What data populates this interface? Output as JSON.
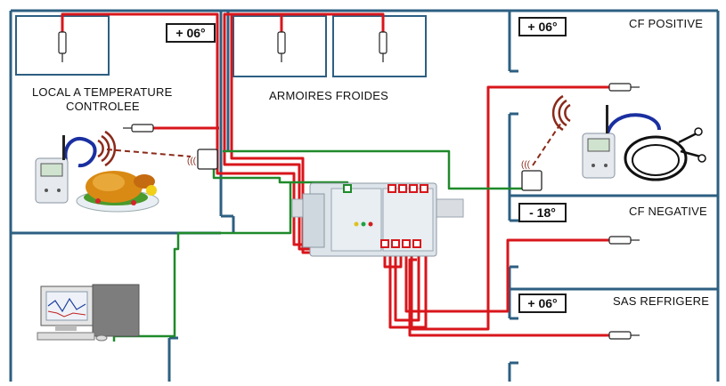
{
  "zones": {
    "local": {
      "label_line1": "LOCAL A TEMPERATURE",
      "label_line2": "CONTROLEE",
      "temperature": "+ 06°"
    },
    "armoires": {
      "label": "ARMOIRES FROIDES"
    },
    "cf_positive": {
      "label": "CF POSITIVE",
      "temperature": "+ 06°"
    },
    "cf_negative": {
      "label": "CF NEGATIVE",
      "temperature": "- 18°"
    },
    "sas": {
      "label": "SAS REFRIGERE",
      "temperature": "+ 06°"
    }
  },
  "icons": {
    "wireless_signal": "wifi-waves-icon",
    "thermometer": "handheld-thermometer-icon",
    "probe": "temperature-probe-icon",
    "computer": "desktop-computer-icon",
    "datalogger": "din-rail-datalogger-icon",
    "food_chicken": "roast-chicken-icon",
    "food_pan": "frying-pan-icon"
  },
  "colors": {
    "wall": "#2d5f82",
    "red_wire": "#d8161b",
    "green_wire": "#1f8a2a",
    "probe_body": "#ffffff"
  }
}
